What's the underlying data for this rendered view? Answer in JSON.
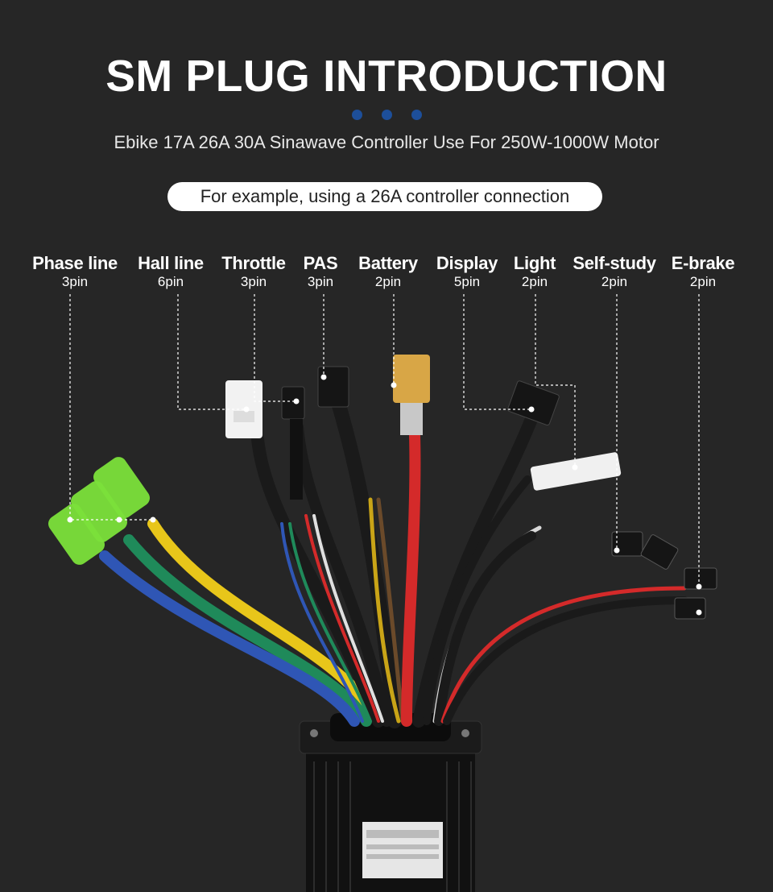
{
  "title": "SM PLUG INTRODUCTION",
  "subtitle": "Ebike 17A 26A 30A Sinawave Controller Use For 250W-1000W Motor",
  "example_note": "For example, using a 26A controller connection",
  "connectors": [
    {
      "name": "Phase line",
      "pins": "3pin",
      "icon": "bullet-connector-icon"
    },
    {
      "name": "Hall line",
      "pins": "6pin",
      "icon": "white-6pin-plug-icon"
    },
    {
      "name": "Throttle",
      "pins": "3pin",
      "icon": "black-3pin-plug-icon"
    },
    {
      "name": "PAS",
      "pins": "3pin",
      "icon": "black-3pin-plug-icon"
    },
    {
      "name": "Battery",
      "pins": "2pin",
      "icon": "xt60-plug-icon"
    },
    {
      "name": "Display",
      "pins": "5pin",
      "icon": "black-5pin-plug-icon"
    },
    {
      "name": "Light",
      "pins": "2pin",
      "icon": "white-2pin-plug-icon"
    },
    {
      "name": "Self-study",
      "pins": "2pin",
      "icon": "black-2pin-plug-icon"
    },
    {
      "name": "E-brake",
      "pins": "2pin",
      "icon": "black-2pin-plug-icon"
    }
  ],
  "colors": {
    "background": "#262626",
    "accent_dots": "#1d4f9a",
    "phase_yellow": "#e8c61a",
    "phase_green": "#1f8a5a",
    "phase_blue": "#2f56b5",
    "battery_red": "#d42a2a",
    "bullet_green": "#7be03a"
  }
}
